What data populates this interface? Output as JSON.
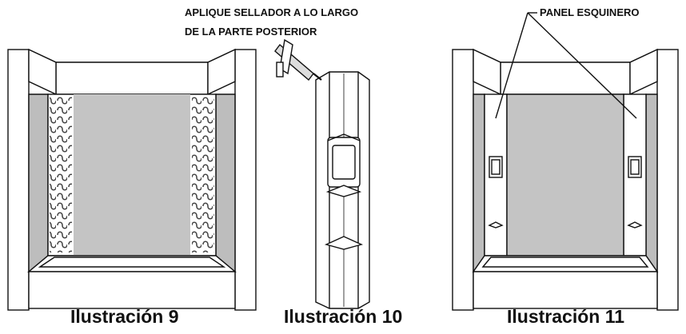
{
  "figures": [
    {
      "caption": "Ilustración 9"
    },
    {
      "caption": "Ilustración 10",
      "callout_line1": "APLIQUE SELLADOR A LO LARGO",
      "callout_line2": "DE LA PARTE POSTERIOR"
    },
    {
      "caption": "Ilustración 11",
      "callout": "PANEL ESQUINERO"
    }
  ],
  "colors": {
    "line": "#111111",
    "panel_gray": "#bdbdbd",
    "sealant": "#9a9a9a"
  }
}
